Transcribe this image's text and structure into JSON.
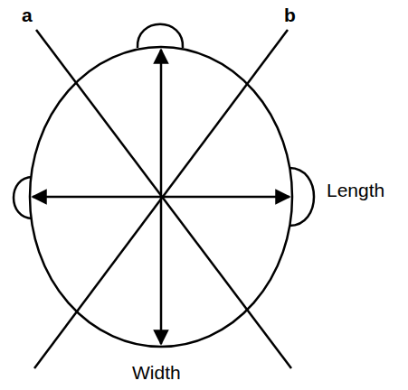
{
  "diagram": {
    "labels": [
      "a",
      "b",
      "Length",
      "Width"
    ]
  }
}
